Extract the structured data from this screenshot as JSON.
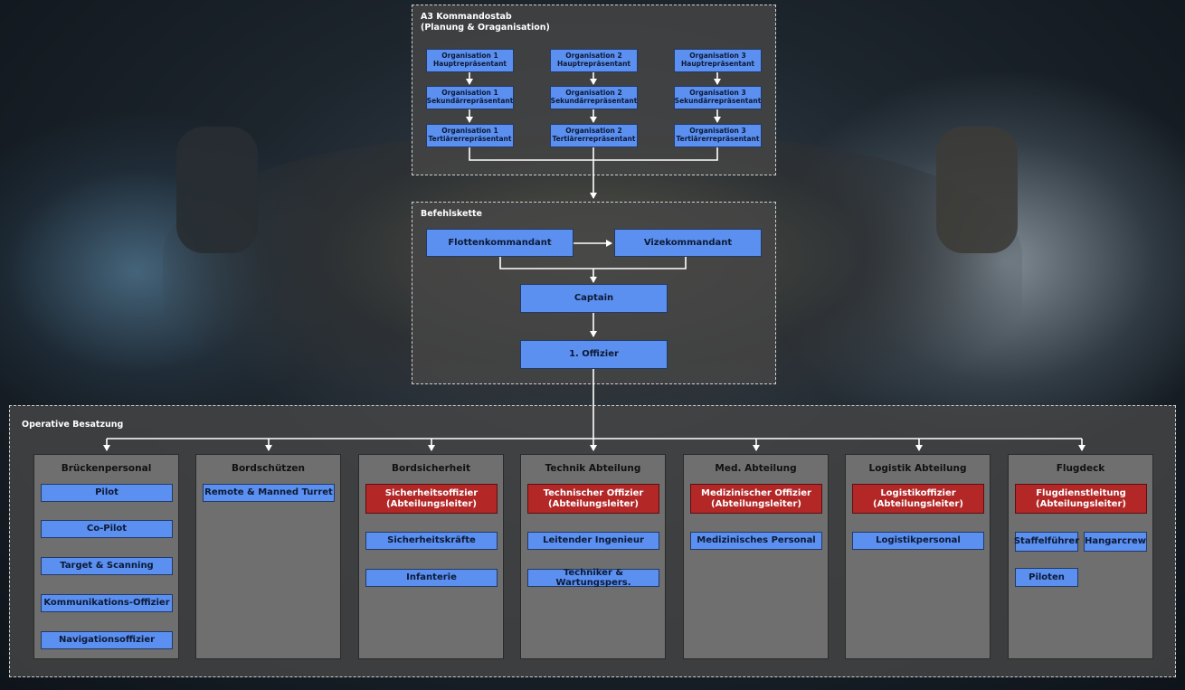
{
  "colors": {
    "box_blue": "#5b8ff0",
    "box_red": "#b32727",
    "line": "#ffffff"
  },
  "a3": {
    "title_line1": "A3 Kommandostab",
    "title_line2": "(Planung & Oraganisation)",
    "orgs": [
      {
        "haupt": [
          "Organisation 1",
          "Hauptrepräsentant"
        ],
        "sekundaer": [
          "Organisation 1",
          "Sekundärrepräsentant"
        ],
        "tertiaer": [
          "Organisation 1",
          "Tertiärerrepräsentant"
        ]
      },
      {
        "haupt": [
          "Organisation 2",
          "Hauptrepräsentant"
        ],
        "sekundaer": [
          "Organisation 2",
          "Sekundärrepräsentant"
        ],
        "tertiaer": [
          "Organisation 2",
          "Tertiärerrepräsentant"
        ]
      },
      {
        "haupt": [
          "Organisation 3",
          "Hauptrepräsentant"
        ],
        "sekundaer": [
          "Organisation 3",
          "Sekundärrepräsentant"
        ],
        "tertiaer": [
          "Organisation 3",
          "Tertiärerrepräsentant"
        ]
      }
    ]
  },
  "befehlskette": {
    "title": "Befehlskette",
    "flottenkommandant": "Flottenkommandant",
    "vizekommandant": "Vizekommandant",
    "captain": "Captain",
    "erster_offizier": "1. Offizier"
  },
  "operative": {
    "title": "Operative Besatzung",
    "departments": [
      {
        "title": "Brückenpersonal",
        "items": [
          "Pilot",
          "Co-Pilot",
          "Target & Scanning",
          "Kommunikations-Offizier",
          "Navigationsoffizier"
        ]
      },
      {
        "title": "Bordschützen",
        "items": [
          "Remote & Manned Turret"
        ]
      },
      {
        "title": "Bordsicherheit",
        "leader": [
          "Sicherheitsoffizier",
          "(Abteilungsleiter)"
        ],
        "items": [
          "Sicherheitskräfte",
          "Infanterie"
        ]
      },
      {
        "title": "Technik Abteilung",
        "leader": [
          "Technischer Offizier",
          "(Abteilungsleiter)"
        ],
        "items": [
          "Leitender Ingenieur",
          "Techniker & Wartungspers."
        ]
      },
      {
        "title": "Med. Abteilung",
        "leader": [
          "Medizinischer Offizier",
          "(Abteilungsleiter)"
        ],
        "items": [
          "Medizinisches Personal"
        ]
      },
      {
        "title": "Logistik Abteilung",
        "leader": [
          "Logistikoffizier",
          "(Abteilungsleiter)"
        ],
        "items": [
          "Logistikpersonal"
        ]
      },
      {
        "title": "Flugdeck",
        "leader": [
          "Flugdienstleitung",
          "(Abteilungsleiter)"
        ],
        "items": [
          "Staffelführer",
          "Hangarcrew",
          "Piloten"
        ]
      }
    ]
  }
}
